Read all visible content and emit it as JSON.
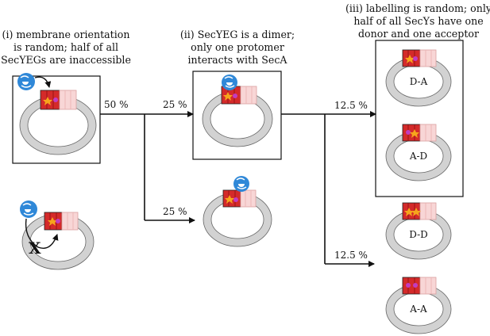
{
  "captions": {
    "step1": [
      "(i) membrane orientation",
      "is random; half of all",
      "SecYEGs are inaccessible"
    ],
    "step2": [
      "(ii) SecYEG is a dimer;",
      "only one protomer",
      "interacts with SecA"
    ],
    "step3": [
      "(iii) labelling is random; only",
      "half of all SecYs have one",
      "donor and one acceptor"
    ]
  },
  "percentages": {
    "p50": "50 %",
    "p25_top": "25 %",
    "p25_bottom": "25 %",
    "p12_top": "12.5 %",
    "p12_bottom": "12.5 %"
  },
  "vesicle_labels": {
    "da": "D-A",
    "ad": "A-D",
    "dd": "D-D",
    "aa": "A-A"
  },
  "block_mark": "X",
  "colors": {
    "vesicle": "#d2d2d2",
    "secy_dark": "#d42a2a",
    "secy_light": "#f8d6d6",
    "seca": "#2f88d8",
    "donor": "#f6a51c",
    "acceptor": "#c13cc0",
    "arrow": "#111111"
  }
}
